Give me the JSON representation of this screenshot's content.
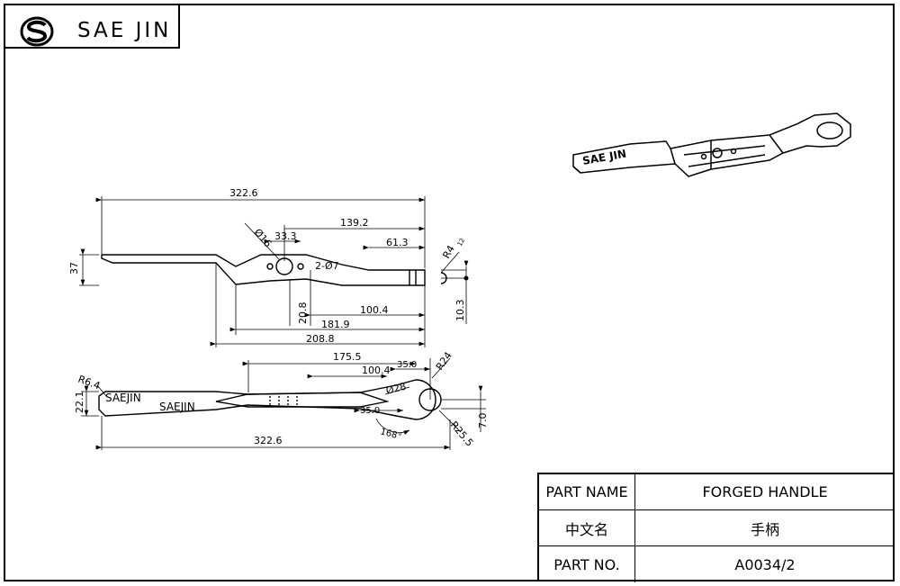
{
  "header": {
    "logo_icon": "sae-jin-s-logo-icon",
    "company_name": "SAE JIN"
  },
  "title_block": {
    "rows": [
      {
        "label": "PART NAME",
        "value": "FORGED HANDLE"
      },
      {
        "label": "中文名",
        "value": "手柄"
      },
      {
        "label": "PART NO.",
        "value": "A0034/2"
      }
    ]
  },
  "top_view": {
    "dims": {
      "overall_length": "322.6",
      "left_height": "37",
      "hole_dia": "Ø16",
      "hole_spacing": "33.3",
      "dist_139": "139.2",
      "dist_61": "61.3",
      "small_holes": "2-Ø7",
      "radius_end": "R4",
      "radius_end_sub": "12",
      "height_20": "20.8",
      "dist_100": "100.4",
      "height_10": "10.3",
      "dist_181": "181.9",
      "dist_208": "208.8"
    }
  },
  "side_view": {
    "dims": {
      "dist_175": "175.5",
      "dist_100": "100.4",
      "dist_35_top": "35.0",
      "radius_24": "R24",
      "radius_6": "R6.4",
      "dia_28": "Ø28",
      "height_22": "22.1",
      "dist_35_bottom": "35.0",
      "radius_25": "R25.5",
      "height_7": "7.0",
      "angle": "168°",
      "overall_length": "322.6"
    },
    "embossed_text": "SAEJIN",
    "embossed_text_mirrored": "SAEJIN"
  },
  "iso_view": {
    "embossed_text": "SAE JIN"
  }
}
